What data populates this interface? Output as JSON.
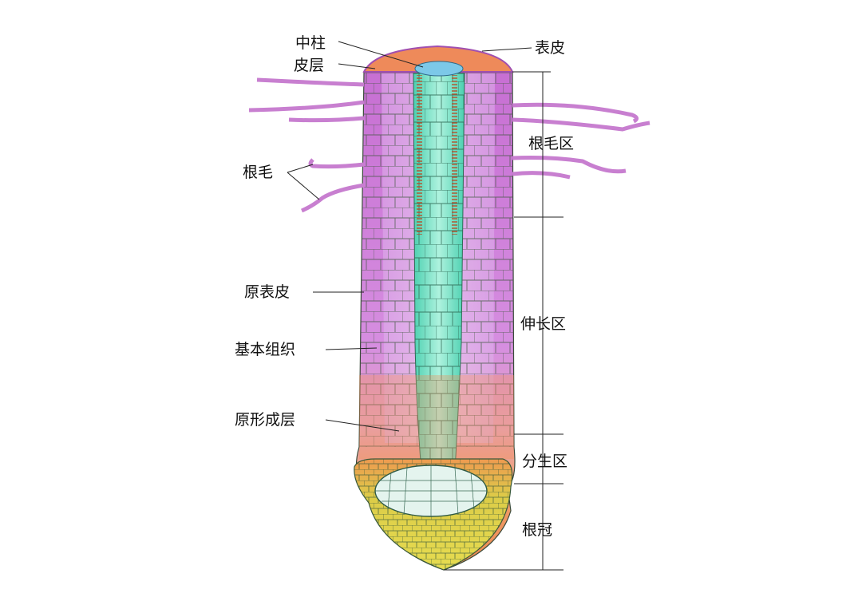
{
  "labels": {
    "stele": "中柱",
    "epidermis": "表皮",
    "cortex": "皮层",
    "root_hair_zone": "根毛区",
    "root_hair": "根毛",
    "protoderm": "原表皮",
    "ground_meristem": "基本组织",
    "procambium": "原形成层",
    "elongation_zone": "伸长区",
    "meristem_zone": "分生区",
    "root_cap": "根冠"
  },
  "colors": {
    "epidermis_purple": "#c86fd0",
    "epidermis_light": "#e6b4ea",
    "stele_teal": "#6fe0c2",
    "stele_light": "#aef0dc",
    "cortex_salmon": "#e8875a",
    "meristem_orange": "#ee8a50",
    "root_cap_yellow": "#e0d040",
    "vessel_brown": "#b4502a",
    "cell_wall": "#3a5a3a",
    "stele_top_blue": "#7cc8e8"
  }
}
